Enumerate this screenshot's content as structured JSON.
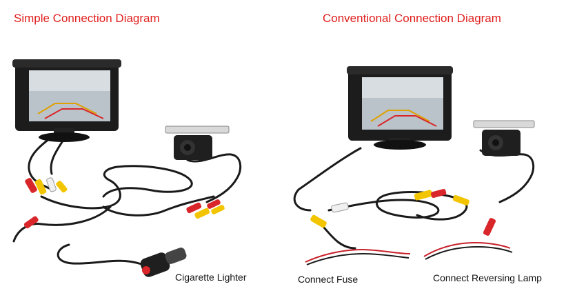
{
  "diagrams": [
    {
      "title": "Simple Connection Diagram",
      "labels": [
        "Cigarette Lighter"
      ]
    },
    {
      "title": "Conventional Connection Diagram",
      "labels": [
        "Connect Fuse",
        "Connect Reversing Lamp"
      ]
    }
  ],
  "colors": {
    "title": "#e0201e",
    "cable": "#1a1a1a",
    "rca_red": "#d9262a",
    "rca_yellow": "#f2c500",
    "rca_white": "#f0f0f0",
    "power_red": "#c8202a"
  },
  "icons": [
    "monitor-icon",
    "rear-camera-icon",
    "cigarette-lighter-plug-icon",
    "rca-connector-icon",
    "power-wire-icon"
  ]
}
